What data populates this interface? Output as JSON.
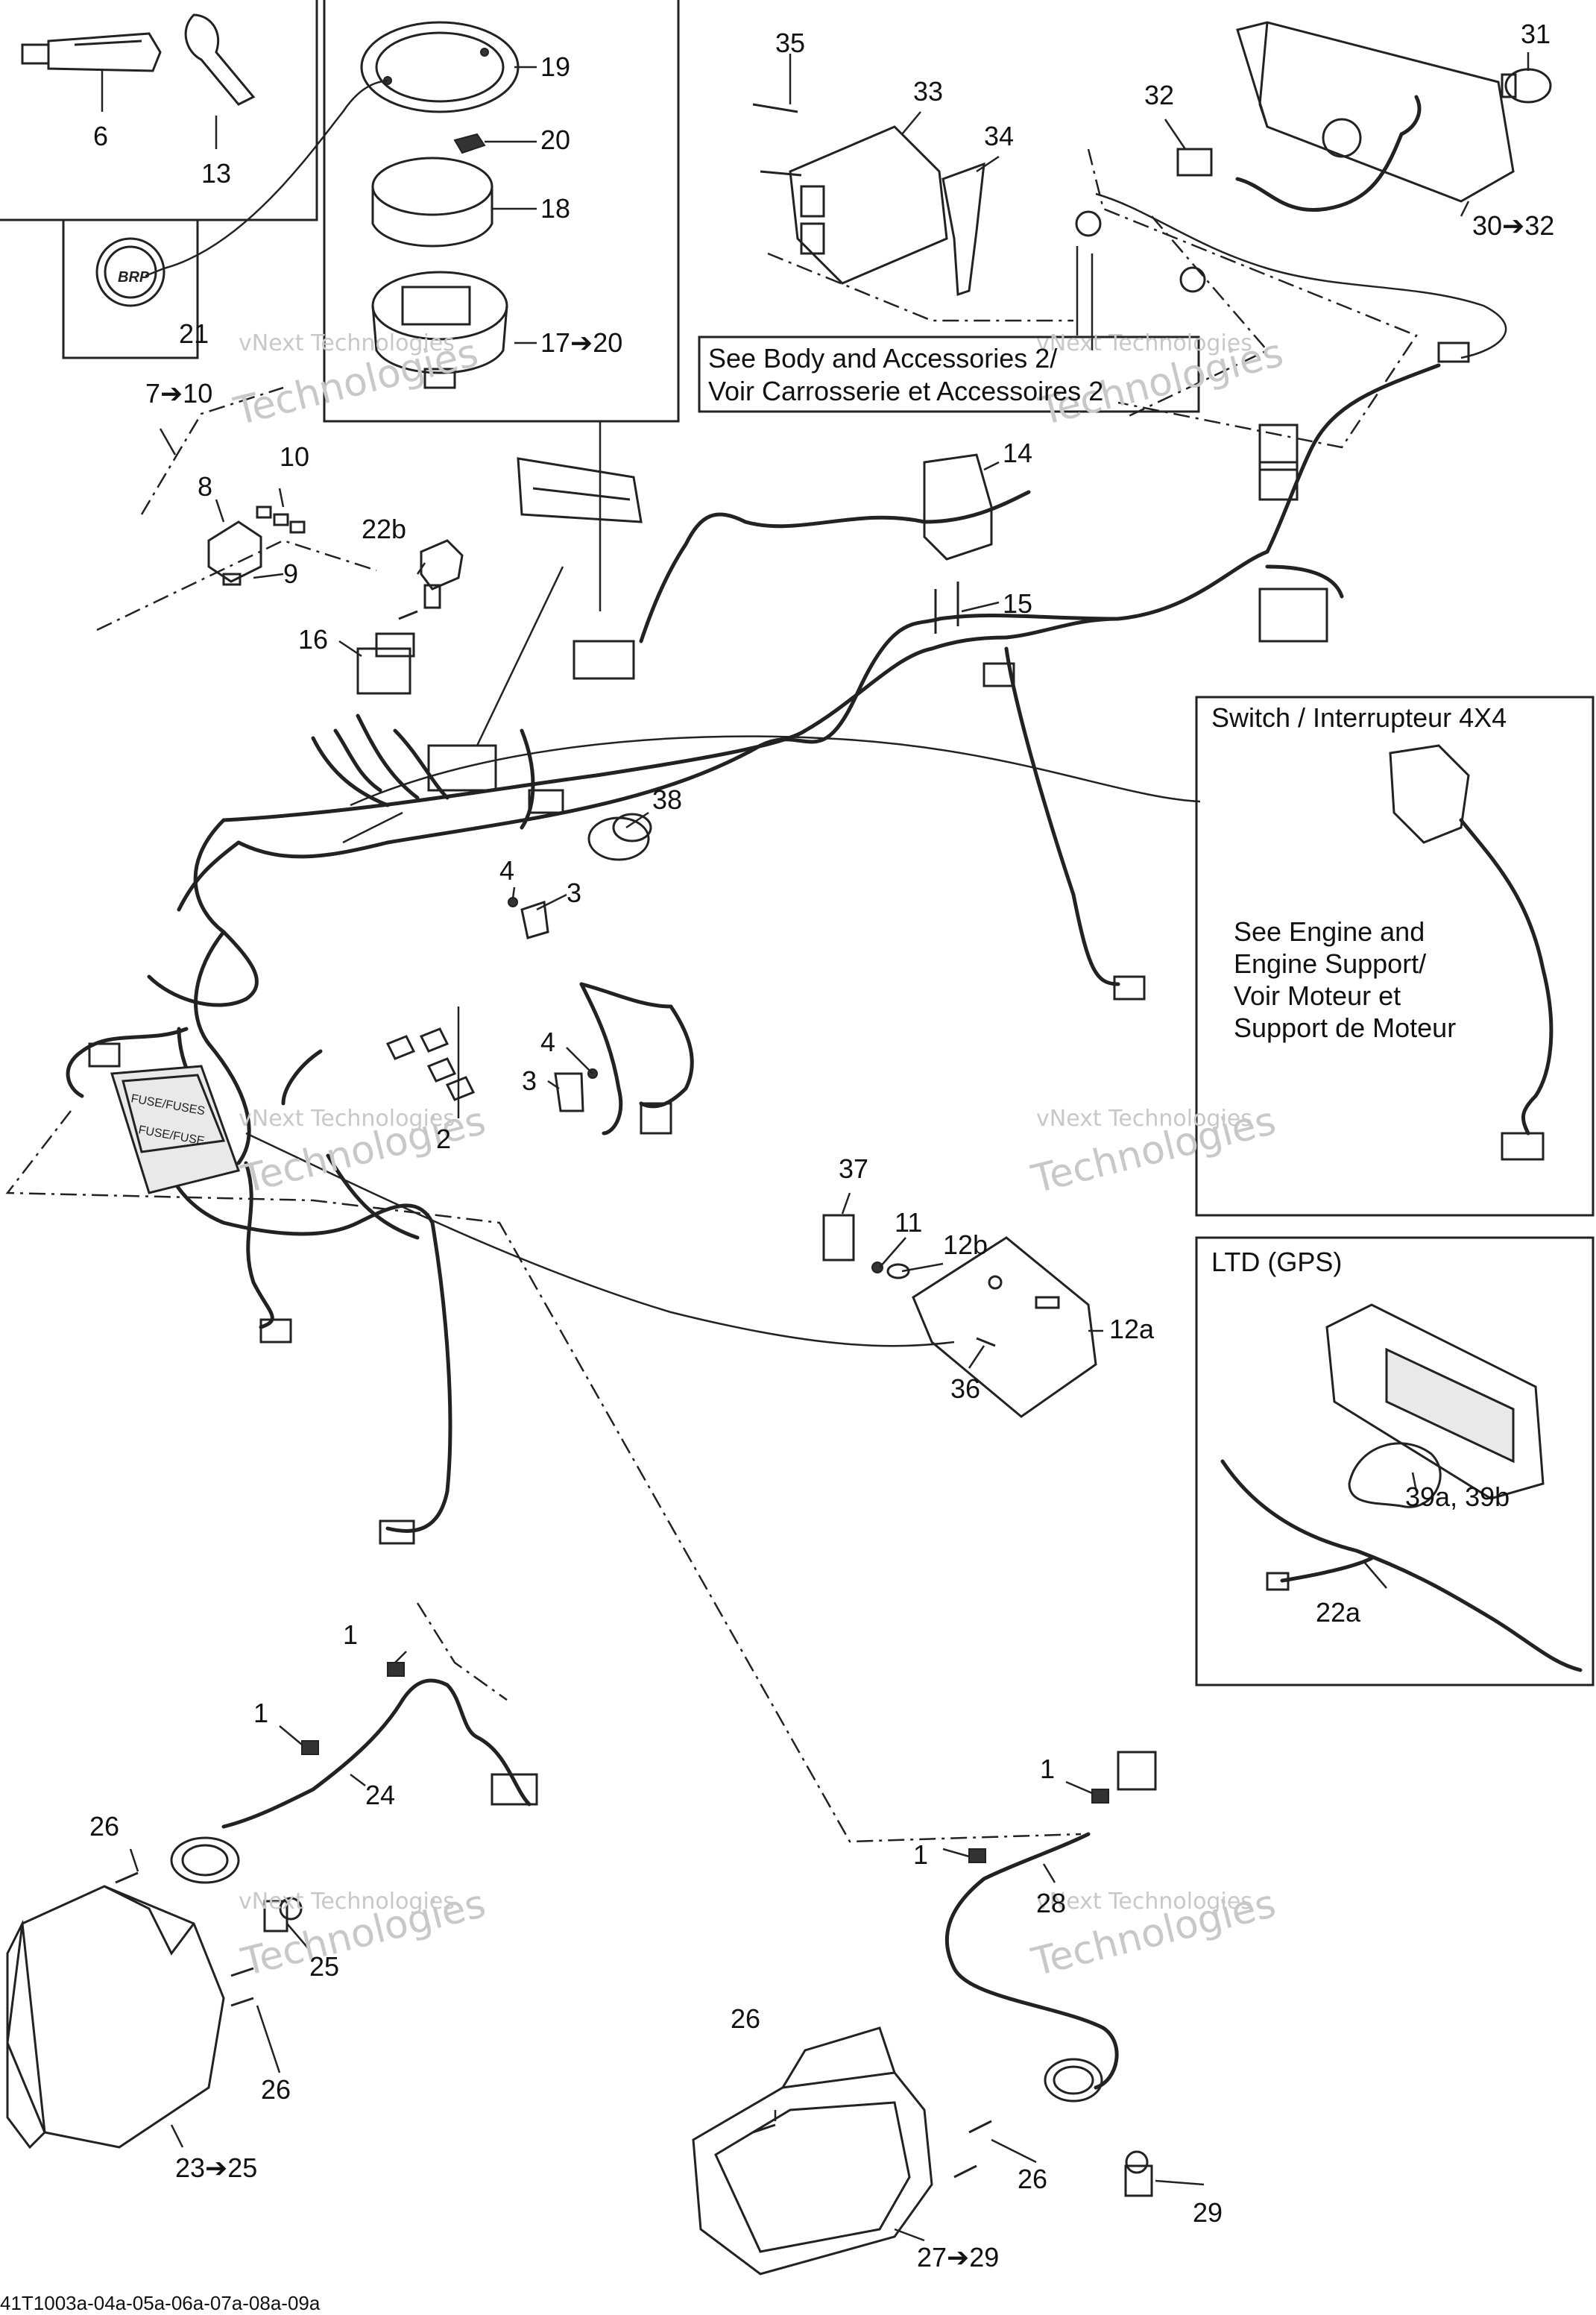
{
  "diagram": {
    "footer_code": "41T1003a-04a-05a-06a-07a-08a-09a",
    "watermark_text_1": "vNext Technologies",
    "watermark_text_2": "Technologies",
    "callouts": {
      "c1a": "1",
      "c1b": "1",
      "c1c": "1",
      "c1d": "1",
      "c2": "2",
      "c3a": "3",
      "c3b": "3",
      "c4a": "4",
      "c4b": "4",
      "c6": "6",
      "c7_10": "7➔10",
      "c8": "8",
      "c9": "9",
      "c10": "10",
      "c11": "11",
      "c12a": "12a",
      "c12b": "12b",
      "c13": "13",
      "c14": "14",
      "c15": "15",
      "c16": "16",
      "c17_20": "17➔20",
      "c18": "18",
      "c19": "19",
      "c20": "20",
      "c21": "21",
      "c22a": "22a",
      "c22b": "22b",
      "c23_25": "23➔25",
      "c24": "24",
      "c25": "25",
      "c26a": "26",
      "c26b": "26",
      "c26c": "26",
      "c26d": "26",
      "c27_29": "27➔29",
      "c28": "28",
      "c29": "29",
      "c30_32": "30➔32",
      "c31": "31",
      "c32": "32",
      "c33": "33",
      "c34": "34",
      "c35": "35",
      "c36": "36",
      "c37": "37",
      "c38": "38",
      "c39": "39a, 39b"
    },
    "body_ref_box": {
      "line1": "See Body and Accessories 2/",
      "line2": "Voir Carrosserie et Accessoires 2"
    },
    "switch_box": {
      "title": "Switch / Interrupteur 4X4",
      "note_line1": "See Engine and",
      "note_line2": "Engine Support/",
      "note_line3": "Voir Moteur et",
      "note_line4": "Support de Moteur"
    },
    "gps_box": {
      "title": "LTD (GPS)"
    },
    "cover_text": "BRP",
    "fuse_text_1": "FUSE/FUSES",
    "fuse_text_2": "FUSE/FUSE"
  }
}
